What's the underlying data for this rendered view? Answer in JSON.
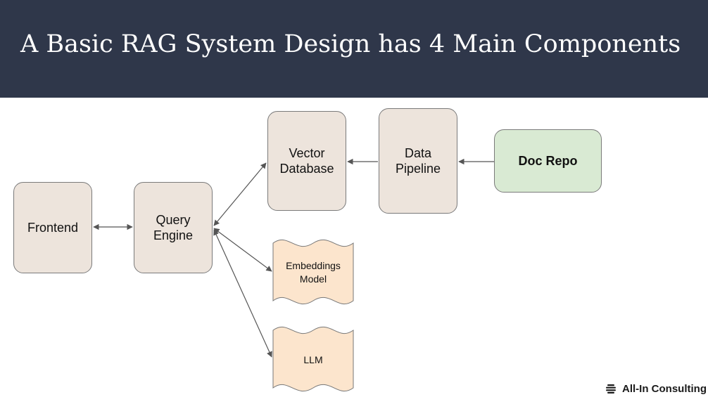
{
  "title": "A Basic RAG System Design has 4 Main Components",
  "nodes": {
    "frontend": "Frontend",
    "query_engine": "Query\nEngine",
    "vector_database": "Vector\nDatabase",
    "data_pipeline": "Data\nPipeline",
    "doc_repo": "Doc Repo",
    "embeddings_model": "Embeddings\nModel",
    "llm": "LLM"
  },
  "colors": {
    "header": "#2f374a",
    "component_fill": "#ede4dc",
    "source_fill": "#d9ead3",
    "model_fill": "#fce5cd"
  },
  "brand": {
    "name": "All-In Consulting",
    "icon": "stacked-lines-logo-icon"
  }
}
